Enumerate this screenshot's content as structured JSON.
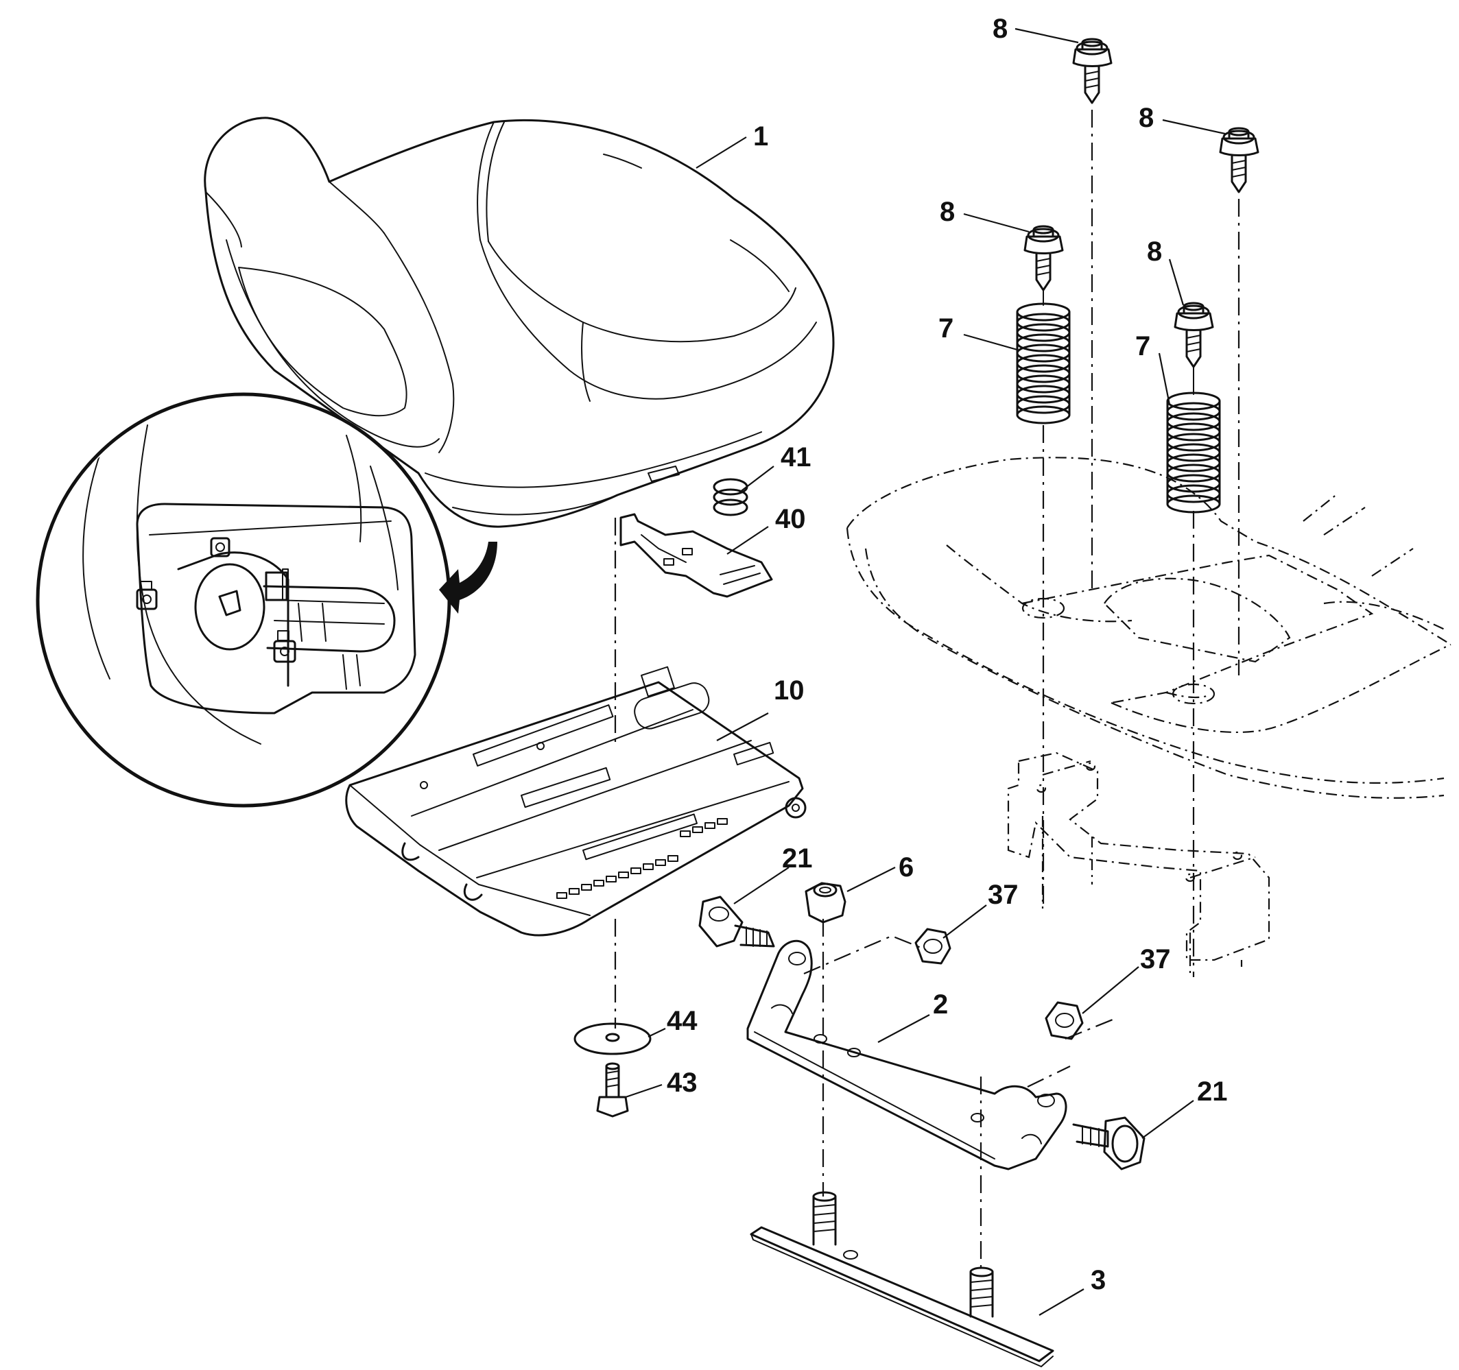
{
  "callouts": [
    {
      "id": "seat",
      "text": "1"
    },
    {
      "id": "pan",
      "text": "10"
    },
    {
      "id": "clip",
      "text": "40"
    },
    {
      "id": "spring_small",
      "text": "41"
    },
    {
      "id": "washer_44",
      "text": "44"
    },
    {
      "id": "bolt_43",
      "text": "43"
    },
    {
      "id": "bolt_21_left",
      "text": "21"
    },
    {
      "id": "nut_6",
      "text": "6"
    },
    {
      "id": "nut_37_upper",
      "text": "37"
    },
    {
      "id": "nut_37_lower",
      "text": "37"
    },
    {
      "id": "bracket_2",
      "text": "2"
    },
    {
      "id": "bolt_21_right",
      "text": "21"
    },
    {
      "id": "plate_3",
      "text": "3"
    },
    {
      "id": "spring_7_left",
      "text": "7"
    },
    {
      "id": "spring_7_right",
      "text": "7"
    },
    {
      "id": "bolt_8_a",
      "text": "8"
    },
    {
      "id": "bolt_8_b",
      "text": "8"
    },
    {
      "id": "bolt_8_c",
      "text": "8"
    },
    {
      "id": "bolt_8_d",
      "text": "8"
    }
  ],
  "colors": {
    "ink": "#111111",
    "paper": "#ffffff"
  },
  "icons": [
    "curved-arrow-icon",
    "magnifier-circle-icon"
  ]
}
